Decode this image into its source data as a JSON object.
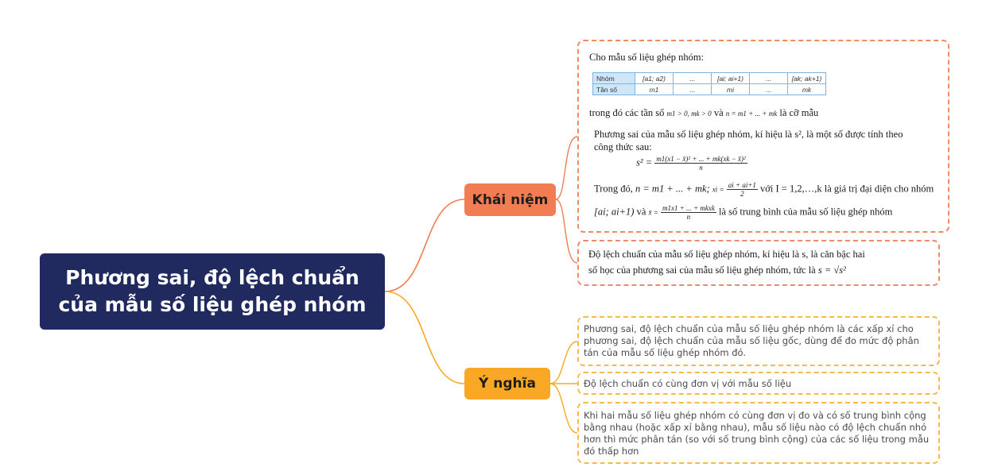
{
  "root": {
    "line1": "Phương sai, độ lệch chuẩn",
    "line2": "của mẫu số liệu ghép nhóm"
  },
  "branches": {
    "concept": "Khái niệm",
    "meaning": "Ý nghĩa"
  },
  "colors": {
    "root_bg": "#212a5e",
    "concept": "#f27d52",
    "meaning": "#f9a825"
  },
  "concept_card": {
    "intro": "Cho mẫu số liệu ghép nhóm:",
    "table": {
      "row1": [
        "Nhóm",
        "[a1; a2)",
        "...",
        "[ai; ai+1)",
        "...",
        "[ak; ak+1)"
      ],
      "row2": [
        "Tần số",
        "m1",
        "...",
        "mi",
        "...",
        "mk"
      ]
    },
    "cond_pre": "trong đó các tần số",
    "cond_math": "m1 > 0, mk > 0",
    "cond_and": "và",
    "cond_n": "n = m1 + ... + mk",
    "cond_post": "là cỡ mẫu",
    "variance_def1": "Phương sai của mẫu số liệu ghép nhóm, kí hiệu là s², là một số được tính theo",
    "variance_def2": "công thức sau:",
    "formula_lhs": "s² =",
    "formula_num": "m1(x1 − x̄)² + ... + mk(xk − x̄)²",
    "formula_den": "n",
    "where_pre": "Trong đó,",
    "where_n": "n = m1 + ... + mk;",
    "where_xi": "xi =",
    "where_xi_num": "ai + ai+1",
    "where_xi_den": "2",
    "where_post": "với I = 1,2,…,k là giá trị đại diện cho nhóm",
    "interval": "[ai; ai+1)",
    "mean_and": "và",
    "mean_lhs": "x̄ =",
    "mean_num": "m1x1 + ... + mkxk",
    "mean_den": "n",
    "mean_post": "là số trung bình của mẫu số liệu ghép nhóm"
  },
  "std_card": {
    "line1": "Độ lệch chuẩn của mẫu số liệu ghép nhóm, kí hiệu là s, là căn bậc hai",
    "line2": "số học của phương sai của mẫu số liệu ghép nhóm, tức là",
    "formula": "s = √s²"
  },
  "meaning_cards": [
    "Phương sai, độ lệch chuẩn của mẫu số liệu ghép nhóm là các xấp xỉ cho phương sai, độ lệch chuẩn của mẫu số liệu gốc, dùng để đo mức độ phân tán của mẫu số liệu ghép nhóm đó.",
    "Độ lệch chuẩn có cùng đơn vị với mẫu số liệu",
    "Khi hai mẫu số liệu ghép nhóm có cùng đơn vị đo và có số trung bình cộng bằng nhau (hoặc xấp xỉ bằng nhau), mẫu số liệu nào có độ lệch chuẩn nhỏ hơn thì mức phân tán (so với số trung bình cộng) của các số liệu trong mẫu đó thấp hơn"
  ]
}
